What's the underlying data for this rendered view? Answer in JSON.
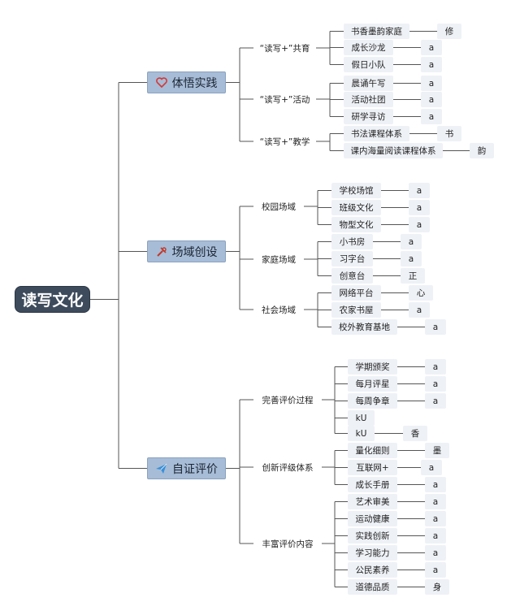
{
  "root": {
    "label": "读写文化"
  },
  "branches": [
    {
      "label": "体悟实践",
      "icon": "heart-icon",
      "groups": [
        {
          "label": "“读写+”共育",
          "items": [
            {
              "label": "书香墨韵家庭",
              "leaf": "修"
            },
            {
              "label": "成长沙龙",
              "leaf": "a"
            },
            {
              "label": "假日小队",
              "leaf": "a"
            }
          ]
        },
        {
          "label": "“读写+”活动",
          "items": [
            {
              "label": "晨诵午写",
              "leaf": "a"
            },
            {
              "label": "活动社团",
              "leaf": "a"
            },
            {
              "label": "研学寻访",
              "leaf": "a"
            }
          ]
        },
        {
          "label": "“读写+”教学",
          "items": [
            {
              "label": "书法课程体系",
              "leaf": "书"
            },
            {
              "label": "课内海量阅读课程体系",
              "leaf": "韵"
            }
          ]
        }
      ]
    },
    {
      "label": "场域创设",
      "icon": "tools-icon",
      "groups": [
        {
          "label": "校园场域",
          "items": [
            {
              "label": "学校场馆",
              "leaf": "a"
            },
            {
              "label": "班级文化",
              "leaf": "a"
            },
            {
              "label": "物型文化",
              "leaf": "a"
            }
          ]
        },
        {
          "label": "家庭场域",
          "items": [
            {
              "label": "小书房",
              "leaf": "a"
            },
            {
              "label": "习字台",
              "leaf": "a"
            },
            {
              "label": "创意台",
              "leaf": "正"
            }
          ]
        },
        {
          "label": "社会场域",
          "items": [
            {
              "label": "网络平台",
              "leaf": "心"
            },
            {
              "label": "农家书屋",
              "leaf": "a"
            },
            {
              "label": "校外教育基地",
              "leaf": "a"
            }
          ]
        }
      ]
    },
    {
      "label": "自证评价",
      "icon": "paper-plane-icon",
      "groups": [
        {
          "label": "完善评价过程",
          "items": [
            {
              "label": "学期颁奖",
              "leaf": "a"
            },
            {
              "label": "每月评星",
              "leaf": "a"
            },
            {
              "label": "每周争章",
              "leaf": "a"
            },
            {
              "label": "kU",
              "leaf": ""
            },
            {
              "label": "kU",
              "leaf": "香"
            }
          ]
        },
        {
          "label": "创新评级体系",
          "items": [
            {
              "label": "量化细则",
              "leaf": "墨"
            },
            {
              "label": "互联网+",
              "leaf": "a"
            },
            {
              "label": "成长手册",
              "leaf": "a"
            }
          ]
        },
        {
          "label": "丰富评价内容",
          "items": [
            {
              "label": "艺术审美",
              "leaf": "a"
            },
            {
              "label": "运动健康",
              "leaf": "a"
            },
            {
              "label": "实践创新",
              "leaf": "a"
            },
            {
              "label": "学习能力",
              "leaf": "a"
            },
            {
              "label": "公民素养",
              "leaf": "a"
            },
            {
              "label": "道德品质",
              "leaf": "身"
            }
          ]
        }
      ]
    }
  ],
  "colors": {
    "root_bg": "#3d4b5c",
    "branch_bg": "#a7bcd6",
    "item_bg": "#eef1f6",
    "line": "#555555",
    "heart_icon": "#d23a3a",
    "tools_icon": "#c0392b",
    "paper_plane_icon": "#3a8fd8"
  }
}
